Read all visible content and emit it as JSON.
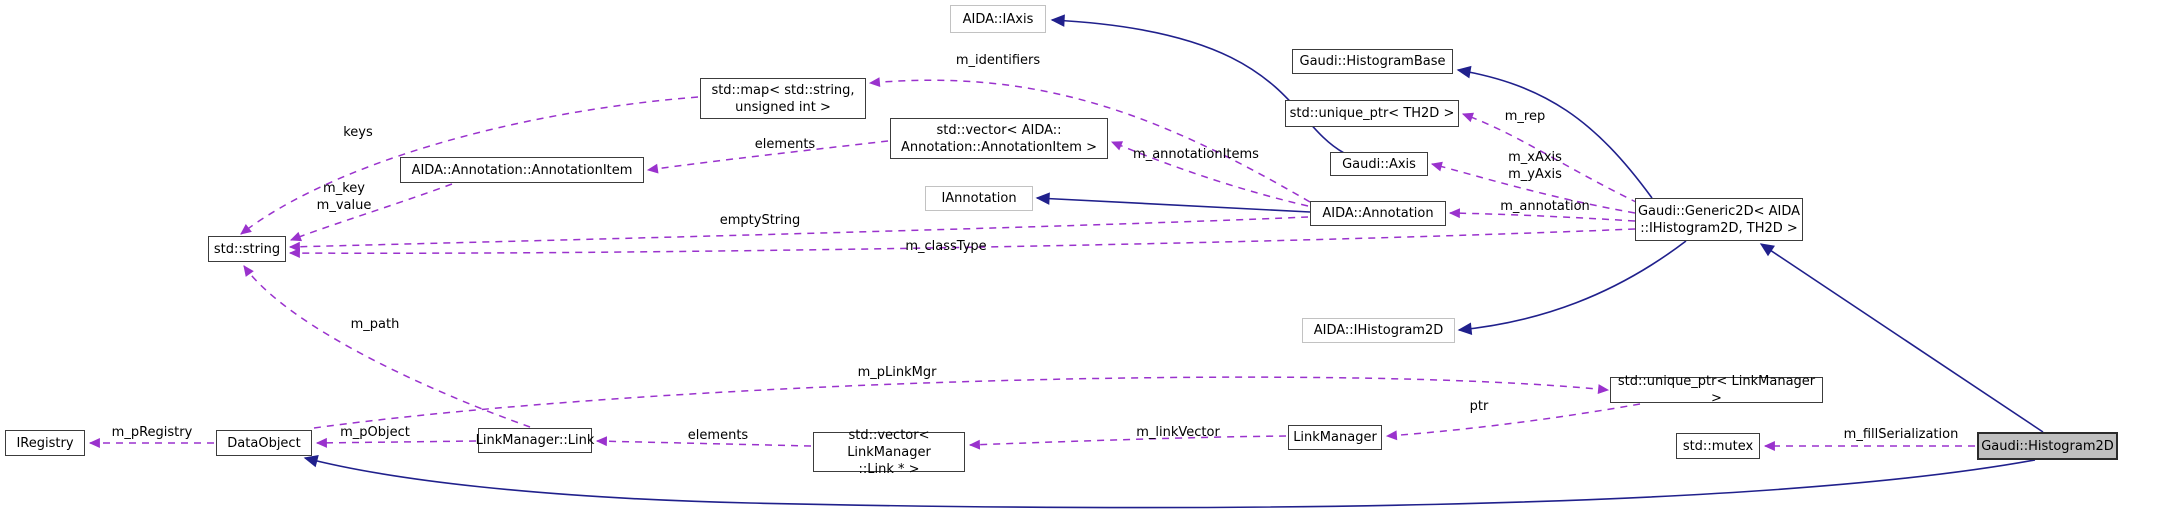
{
  "diagram": {
    "kind": "doxygen-collaboration-graph",
    "highlighted_node": "Gaudi::Histogram2D",
    "colors": {
      "background": "#ffffff",
      "inheritance_edge": "#20208c",
      "usage_edge": "#9a32cd",
      "node_border": "#3c3c3c",
      "interface_node_border": "#c2c2c2",
      "highlight_fill": "#bfbfbf"
    }
  },
  "nodes": {
    "aida_iaxis": {
      "label": "AIDA::IAxis"
    },
    "histogram_base": {
      "label": "Gaudi::HistogramBase"
    },
    "unique_ptr_th2d": {
      "label": "std::unique_ptr< TH2D >"
    },
    "gaudi_axis": {
      "label": "Gaudi::Axis"
    },
    "aida_annotation": {
      "label": "AIDA::Annotation"
    },
    "generic2d": {
      "label": "Gaudi::Generic2D< AIDA\n::IHistogram2D, TH2D >"
    },
    "std_map": {
      "label": "std::map< std::string,\nunsigned int >"
    },
    "std_vector_annotation": {
      "label": "std::vector< AIDA::\nAnnotation::AnnotationItem >"
    },
    "annotation_item": {
      "label": "AIDA::Annotation::AnnotationItem"
    },
    "iannotation": {
      "label": "IAnnotation"
    },
    "std_string": {
      "label": "std::string"
    },
    "aida_ihistogram2d": {
      "label": "AIDA::IHistogram2D"
    },
    "unique_ptr_linkmanager": {
      "label": "std::unique_ptr< LinkManager >"
    },
    "std_mutex": {
      "label": "std::mutex"
    },
    "histogram2d": {
      "label": "Gaudi::Histogram2D"
    },
    "iregistry": {
      "label": "IRegistry"
    },
    "dataobject": {
      "label": "DataObject"
    },
    "linkmanager_link": {
      "label": "LinkManager::Link"
    },
    "std_vector_link": {
      "label": "std::vector< LinkManager\n::Link * >"
    },
    "linkmanager": {
      "label": "LinkManager"
    }
  },
  "edge_labels": {
    "m_identifiers": "m_identifiers",
    "keys": "keys",
    "elements_annotation": "elements",
    "m_key_m_value": "m_key\nm_value",
    "empty_string": "emptyString",
    "m_class_type": "m_classType",
    "m_annotation_items": "m_annotationItems",
    "m_rep": "m_rep",
    "m_axes": "m_xAxis\nm_yAxis",
    "m_annotation": "m_annotation",
    "m_path": "m_path",
    "m_p_link_mgr": "m_pLinkMgr",
    "m_p_registry": "m_pRegistry",
    "m_p_object": "m_pObject",
    "elements_link": "elements",
    "m_link_vector": "m_linkVector",
    "ptr": "ptr",
    "m_fill_serialization": "m_fillSerialization"
  }
}
